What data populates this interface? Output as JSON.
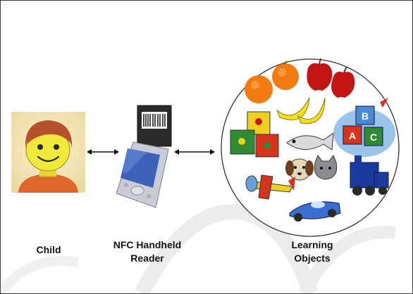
{
  "labels": {
    "child": "Child",
    "reader_line1": "NFC Handheld",
    "reader_line2": "Reader",
    "objects_line1": "Learning",
    "objects_line2": "Objects"
  },
  "colors": {
    "border": "#3a3a3a",
    "arrow": "#111111",
    "circle_stroke": "#333333",
    "child_bg": "#f4e6b0",
    "child_face": "#f0e83a",
    "child_hair": "#b5522b",
    "child_shirt": "#e0672b",
    "device_body": "#c9ccd6",
    "device_screen": "#3d63b8",
    "watermark": "#e6e6e6"
  },
  "icons": {
    "child": "child-avatar-icon",
    "reader": "nfc-reader-icon",
    "barcode": "barcode-card-icon",
    "objects": [
      "orange-icon",
      "apple-icon",
      "banana-icon",
      "toy-blocks-icon",
      "fish-icon",
      "dog-icon",
      "cat-icon",
      "abc-blocks-icon",
      "airplane-icon",
      "train-icon",
      "race-car-icon"
    ]
  }
}
